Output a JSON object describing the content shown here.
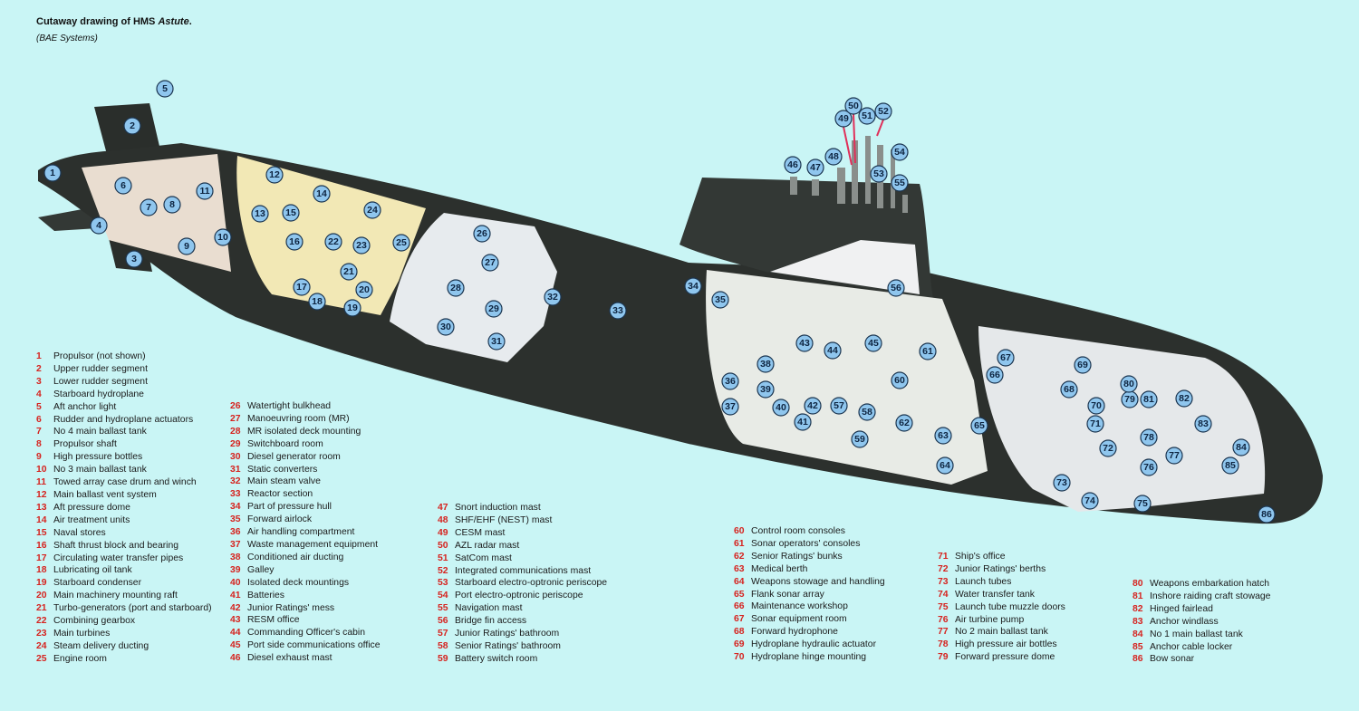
{
  "header": {
    "title_prefix": "Cutaway drawing of HMS ",
    "title_ship": "Astute",
    "title_suffix": ".",
    "credit": "(BAE Systems)"
  },
  "colors": {
    "background": "#c9f5f5",
    "hull": "#2c302d",
    "number": "#d6231f",
    "callout": "#8fc6ee"
  },
  "legend": [
    {
      "n": "1",
      "label": "Propulsor (not shown)"
    },
    {
      "n": "2",
      "label": "Upper rudder segment"
    },
    {
      "n": "3",
      "label": "Lower rudder segment"
    },
    {
      "n": "4",
      "label": "Starboard hydroplane"
    },
    {
      "n": "5",
      "label": "Aft anchor light"
    },
    {
      "n": "6",
      "label": "Rudder and hydroplane actuators"
    },
    {
      "n": "7",
      "label": "No 4 main ballast tank"
    },
    {
      "n": "8",
      "label": "Propulsor shaft"
    },
    {
      "n": "9",
      "label": "High pressure bottles"
    },
    {
      "n": "10",
      "label": "No 3 main ballast tank"
    },
    {
      "n": "11",
      "label": "Towed array case drum and winch"
    },
    {
      "n": "12",
      "label": "Main ballast vent system"
    },
    {
      "n": "13",
      "label": "Aft pressure dome"
    },
    {
      "n": "14",
      "label": "Air treatment units"
    },
    {
      "n": "15",
      "label": "Naval stores"
    },
    {
      "n": "16",
      "label": "Shaft thrust block and bearing"
    },
    {
      "n": "17",
      "label": "Circulating water transfer pipes"
    },
    {
      "n": "18",
      "label": "Lubricating oil tank"
    },
    {
      "n": "19",
      "label": "Starboard condenser"
    },
    {
      "n": "20",
      "label": "Main machinery mounting raft"
    },
    {
      "n": "21",
      "label": "Turbo-generators (port and starboard)"
    },
    {
      "n": "22",
      "label": "Combining gearbox"
    },
    {
      "n": "23",
      "label": "Main turbines"
    },
    {
      "n": "24",
      "label": "Steam delivery ducting"
    },
    {
      "n": "25",
      "label": "Engine room"
    },
    {
      "n": "26",
      "label": "Watertight bulkhead"
    },
    {
      "n": "27",
      "label": "Manoeuvring room (MR)"
    },
    {
      "n": "28",
      "label": "MR isolated deck mounting"
    },
    {
      "n": "29",
      "label": "Switchboard room"
    },
    {
      "n": "30",
      "label": "Diesel generator room"
    },
    {
      "n": "31",
      "label": "Static converters"
    },
    {
      "n": "32",
      "label": "Main steam valve"
    },
    {
      "n": "33",
      "label": "Reactor section"
    },
    {
      "n": "34",
      "label": "Part of pressure hull"
    },
    {
      "n": "35",
      "label": "Forward airlock"
    },
    {
      "n": "36",
      "label": "Air handling compartment"
    },
    {
      "n": "37",
      "label": "Waste management equipment"
    },
    {
      "n": "38",
      "label": "Conditioned air ducting"
    },
    {
      "n": "39",
      "label": "Galley"
    },
    {
      "n": "40",
      "label": "Isolated deck mountings"
    },
    {
      "n": "41",
      "label": "Batteries"
    },
    {
      "n": "42",
      "label": "Junior Ratings' mess"
    },
    {
      "n": "43",
      "label": "RESM office"
    },
    {
      "n": "44",
      "label": "Commanding Officer's cabin"
    },
    {
      "n": "45",
      "label": "Port side communications office"
    },
    {
      "n": "46",
      "label": "Diesel exhaust mast"
    },
    {
      "n": "47",
      "label": "Snort induction mast"
    },
    {
      "n": "48",
      "label": "SHF/EHF (NEST) mast"
    },
    {
      "n": "49",
      "label": "CESM mast"
    },
    {
      "n": "50",
      "label": "AZL radar mast"
    },
    {
      "n": "51",
      "label": "SatCom mast"
    },
    {
      "n": "52",
      "label": "Integrated communications mast"
    },
    {
      "n": "53",
      "label": "Starboard electro-optronic periscope"
    },
    {
      "n": "54",
      "label": "Port electro-optronic periscope"
    },
    {
      "n": "55",
      "label": "Navigation mast"
    },
    {
      "n": "56",
      "label": "Bridge fin access"
    },
    {
      "n": "57",
      "label": "Junior Ratings' bathroom"
    },
    {
      "n": "58",
      "label": "Senior Ratings' bathroom"
    },
    {
      "n": "59",
      "label": "Battery switch room"
    },
    {
      "n": "60",
      "label": "Control room consoles"
    },
    {
      "n": "61",
      "label": "Sonar operators' consoles"
    },
    {
      "n": "62",
      "label": "Senior Ratings' bunks"
    },
    {
      "n": "63",
      "label": "Medical berth"
    },
    {
      "n": "64",
      "label": "Weapons stowage and handling"
    },
    {
      "n": "65",
      "label": "Flank sonar array"
    },
    {
      "n": "66",
      "label": "Maintenance workshop"
    },
    {
      "n": "67",
      "label": "Sonar equipment room"
    },
    {
      "n": "68",
      "label": "Forward hydrophone"
    },
    {
      "n": "69",
      "label": "Hydroplane hydraulic actuator"
    },
    {
      "n": "70",
      "label": "Hydroplane hinge mounting"
    },
    {
      "n": "71",
      "label": "Ship's office"
    },
    {
      "n": "72",
      "label": "Junior Ratings' berths"
    },
    {
      "n": "73",
      "label": "Launch tubes"
    },
    {
      "n": "74",
      "label": "Water transfer tank"
    },
    {
      "n": "75",
      "label": "Launch tube muzzle doors"
    },
    {
      "n": "76",
      "label": "Air turbine pump"
    },
    {
      "n": "77",
      "label": "No 2 main ballast tank"
    },
    {
      "n": "78",
      "label": "High pressure air bottles"
    },
    {
      "n": "79",
      "label": "Forward pressure dome"
    },
    {
      "n": "80",
      "label": "Weapons embarkation hatch"
    },
    {
      "n": "81",
      "label": "Inshore raiding craft stowage"
    },
    {
      "n": "82",
      "label": "Hinged fairlead"
    },
    {
      "n": "83",
      "label": "Anchor windlass"
    },
    {
      "n": "84",
      "label": "No 1 main ballast tank"
    },
    {
      "n": "85",
      "label": "Anchor cable locker"
    },
    {
      "n": "86",
      "label": "Bow sonar"
    }
  ]
}
